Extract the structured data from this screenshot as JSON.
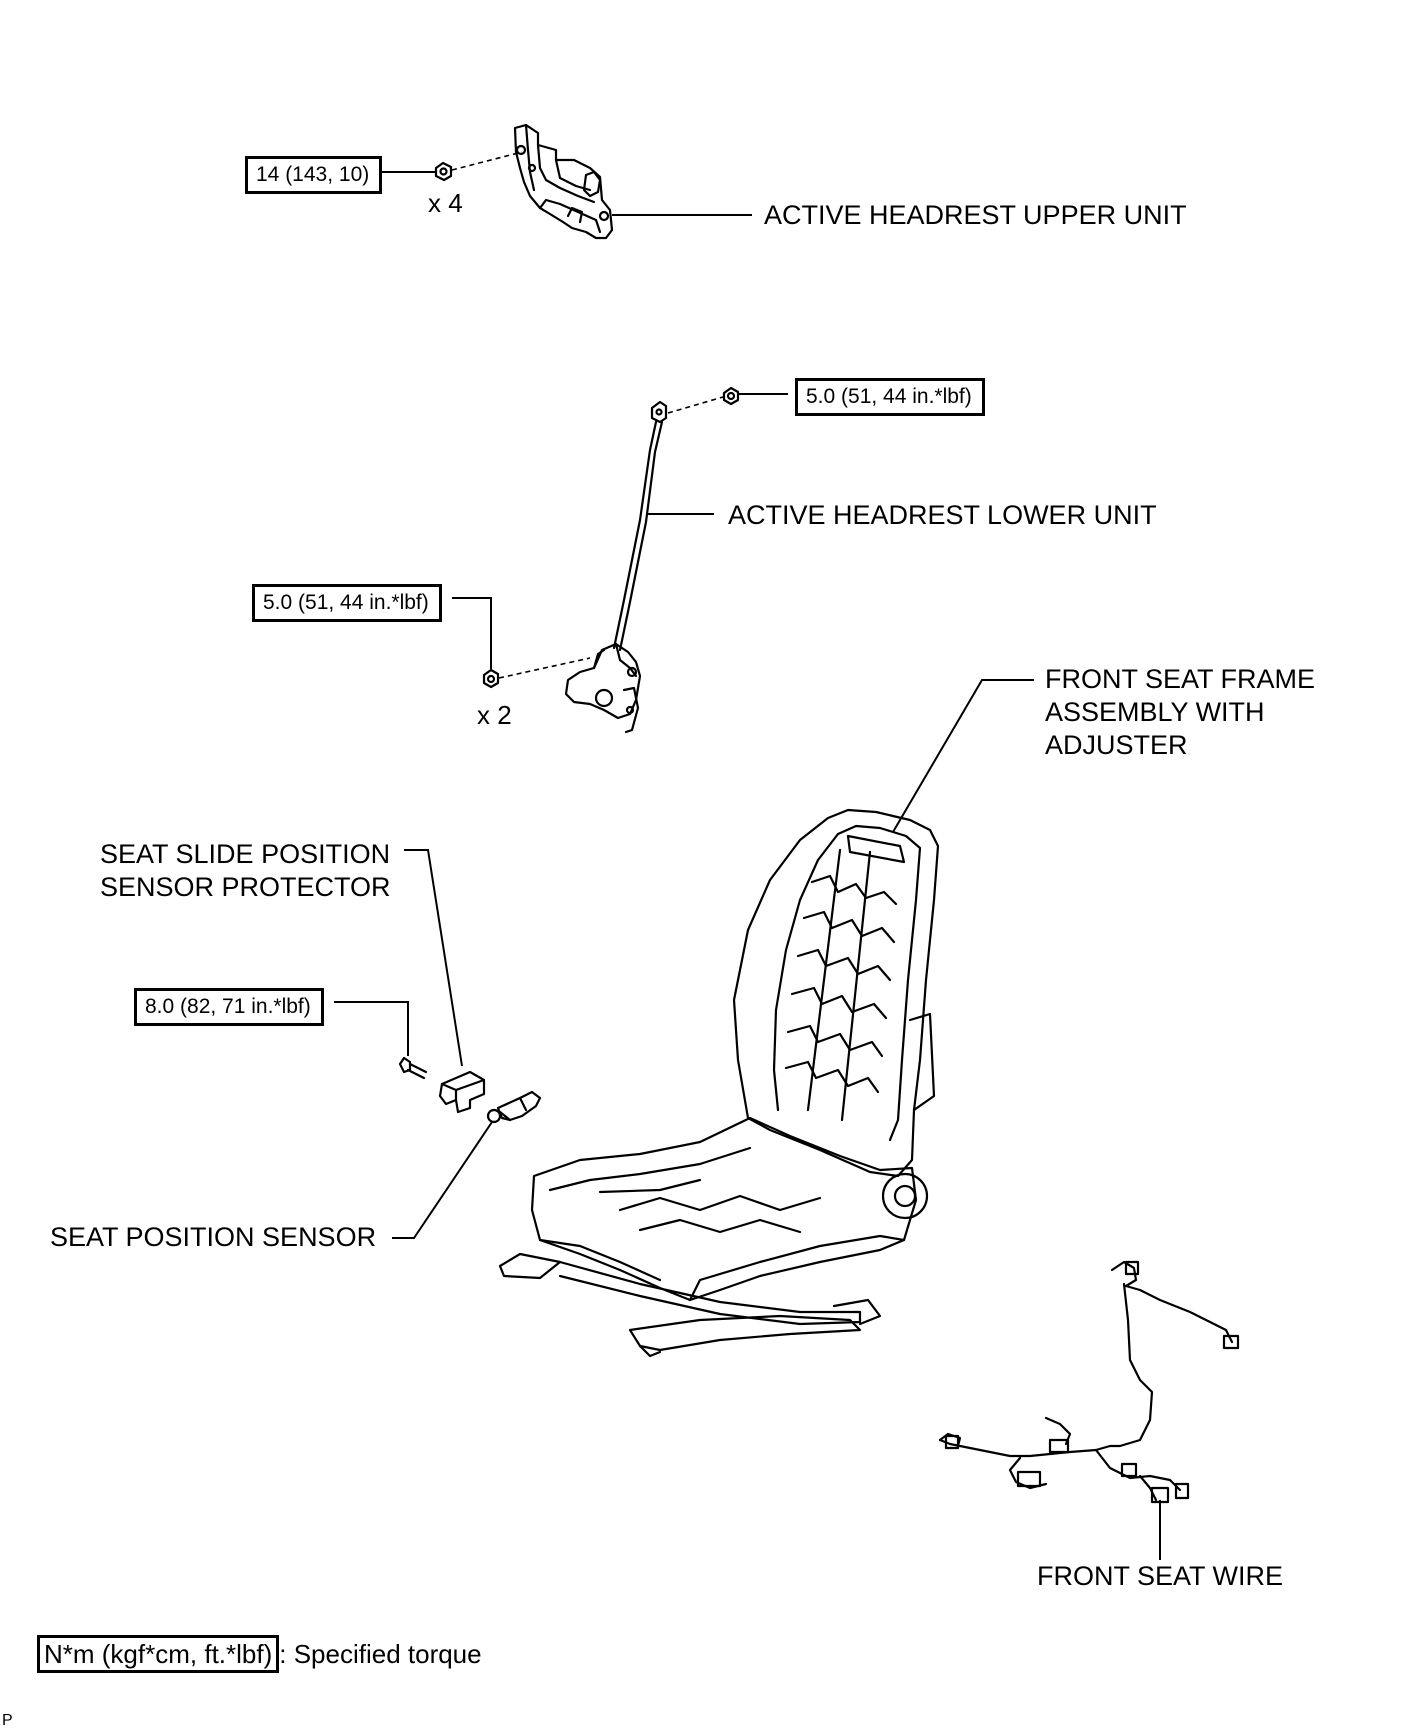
{
  "labels": {
    "upper_unit": "ACTIVE HEADREST UPPER UNIT",
    "lower_unit": "ACTIVE HEADREST LOWER UNIT",
    "frame_line1": "FRONT SEAT FRAME",
    "frame_line2": "ASSEMBLY WITH",
    "frame_line3": "ADJUSTER",
    "protector_line1": "SEAT SLIDE POSITION",
    "protector_line2": "SENSOR PROTECTOR",
    "position_sensor": "SEAT POSITION SENSOR",
    "seat_wire": "FRONT SEAT WIRE"
  },
  "torques": {
    "upper_nut": "14 (143, 10)",
    "lower_nut_top": "5.0 (51, 44 in.*lbf)",
    "lower_nut_bottom": "5.0 (51, 44 in.*lbf)",
    "protector_bolt": "8.0 (82, 71 in.*lbf)"
  },
  "quantities": {
    "upper_nut_qty": "x 4",
    "lower_nut_qty": "x 2"
  },
  "legend": {
    "unit_box": "N*m (kgf*cm, ft.*lbf)",
    "description": ": Specified torque"
  },
  "image_code": "P"
}
